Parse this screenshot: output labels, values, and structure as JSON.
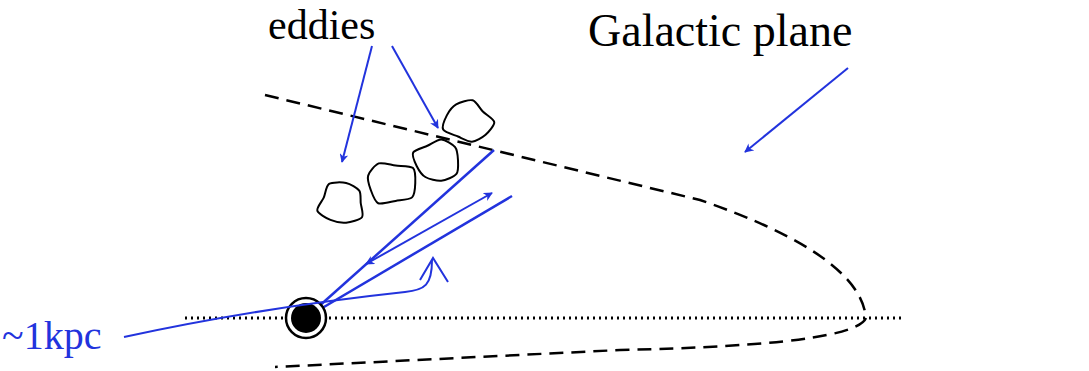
{
  "diagram": {
    "labels": [
      "eddies",
      "Galactic plane",
      "~1kpc"
    ]
  }
}
